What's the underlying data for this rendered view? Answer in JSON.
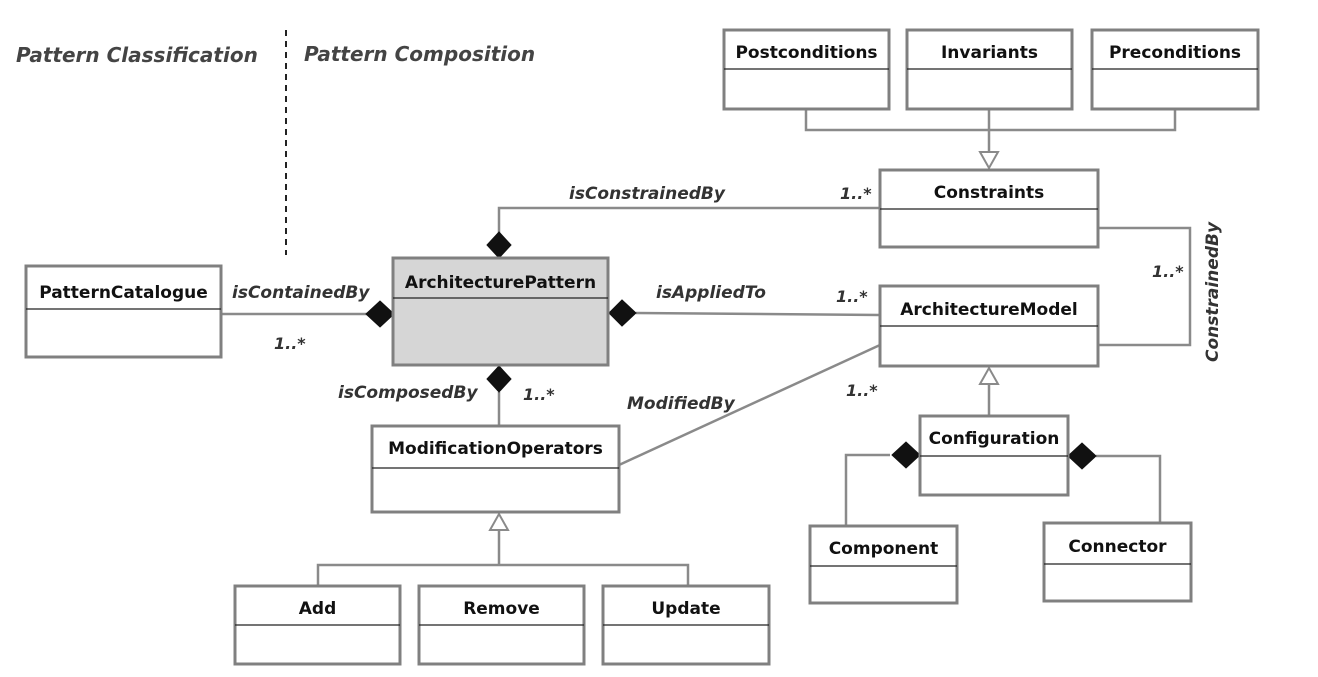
{
  "sections": {
    "left": "Pattern Classification",
    "right": "Pattern Composition"
  },
  "classes": {
    "postconditions": "Postconditions",
    "invariants": "Invariants",
    "preconditions": "Preconditions",
    "constraints": "Constraints",
    "pattern_catalogue": "PatternCatalogue",
    "architecture_pattern": "ArchitecturePattern",
    "architecture_model": "ArchitectureModel",
    "modification_operators": "ModificationOperators",
    "configuration": "Configuration",
    "component": "Component",
    "connector": "Connector",
    "add": "Add",
    "remove": "Remove",
    "update": "Update"
  },
  "associations": {
    "is_constrained_by": "isConstrainedBy",
    "is_contained_by": "isContainedBy",
    "is_applied_to": "isAppliedTo",
    "is_composed_by": "isComposedBy",
    "modified_by": "ModifiedBy",
    "constrained_by": "ConstrainedBy"
  },
  "multiplicities": {
    "constraints": "1..*",
    "contained": "1..*",
    "applied": "1..*",
    "composed": "1..*",
    "modified": "1..*",
    "model_constrained": "1..*"
  }
}
